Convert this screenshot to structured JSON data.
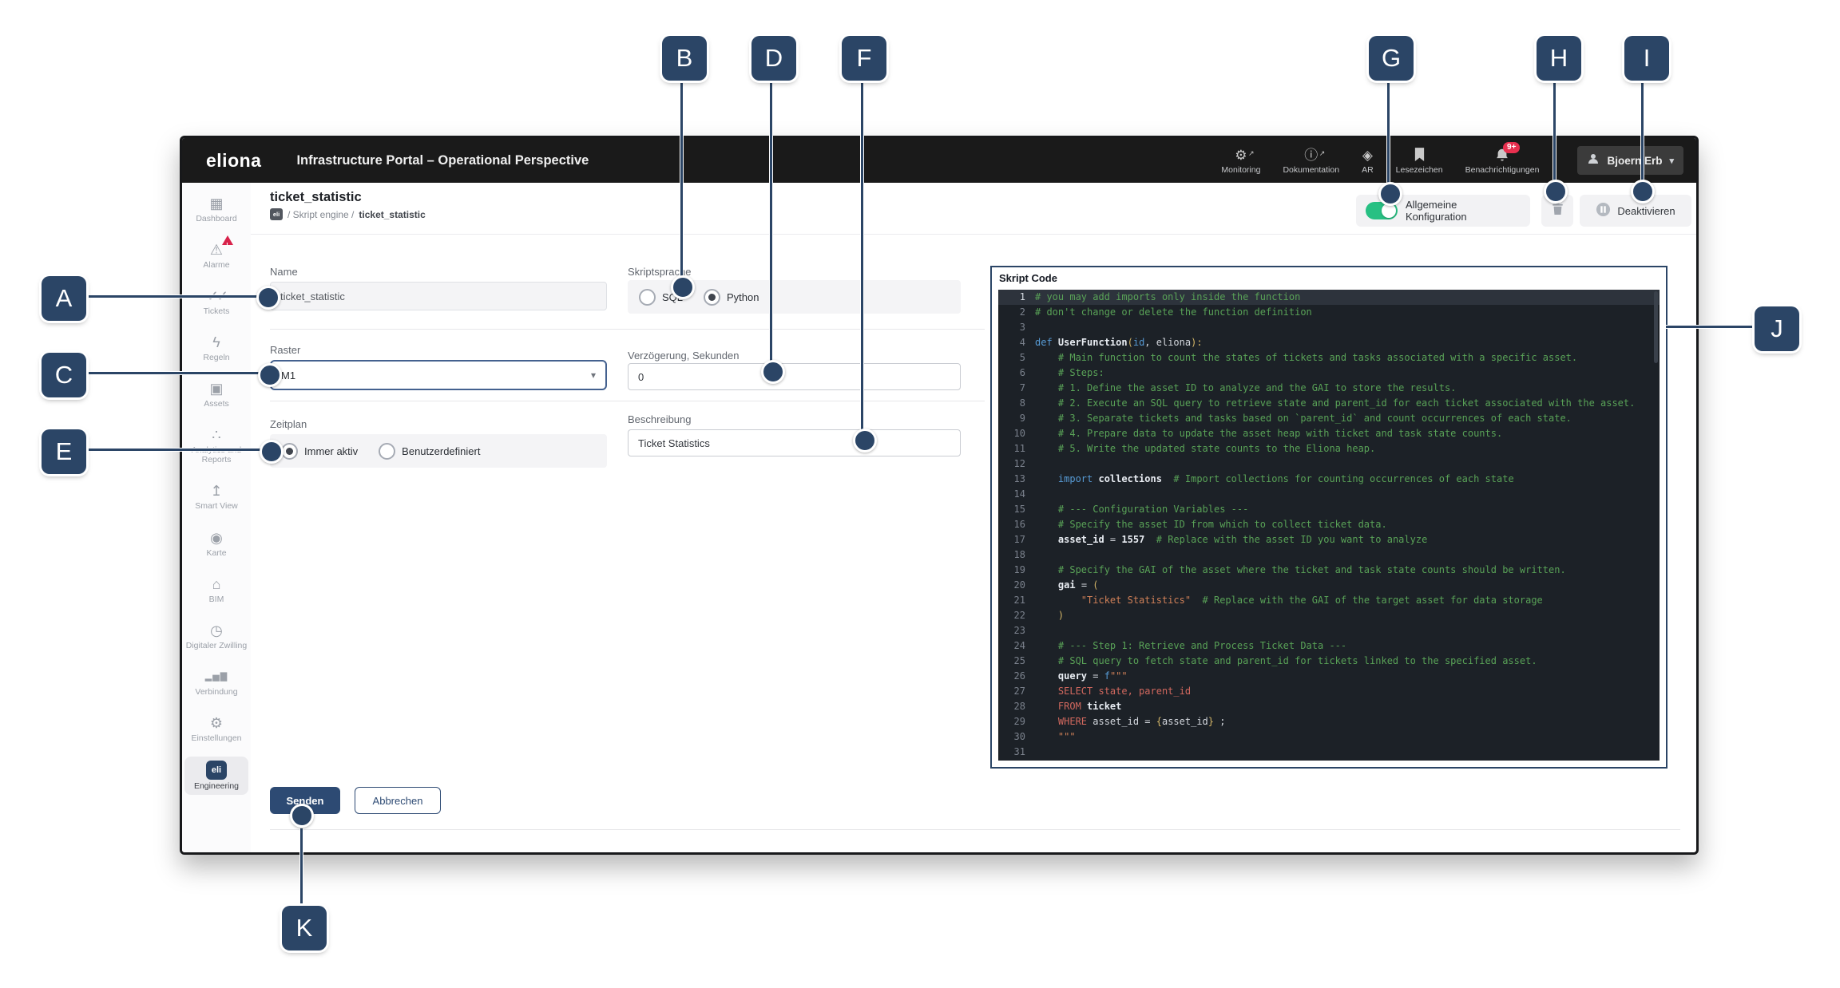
{
  "annotations": [
    "A",
    "B",
    "C",
    "D",
    "E",
    "F",
    "G",
    "H",
    "I",
    "J",
    "K"
  ],
  "topbar": {
    "logo": "eliona",
    "title": "Infrastructure Portal – Operational Perspective",
    "actions": [
      {
        "id": "monitoring",
        "label": "Monitoring",
        "icon": "gear-external"
      },
      {
        "id": "dokumentation",
        "label": "Dokumentation",
        "icon": "info-external"
      },
      {
        "id": "ar",
        "label": "AR",
        "icon": "ar-cube"
      },
      {
        "id": "lesezeichen",
        "label": "Lesezeichen",
        "icon": "bookmark"
      },
      {
        "id": "benachrichtigungen",
        "label": "Benachrichtigungen",
        "icon": "bell",
        "badge": "9+"
      }
    ],
    "user": {
      "name": "Bjoern Erb"
    }
  },
  "page_header": {
    "title": "ticket_statistic",
    "logo_chip": "eli",
    "breadcrumb_prefix": "/ Skript engine /",
    "breadcrumb_current": "ticket_statistic",
    "config_toggle_label": "Allgemeine Konfiguration",
    "deactivate_label": "Deaktivieren"
  },
  "sidebar": {
    "items": [
      {
        "id": "dashboard",
        "label": "Dashboard",
        "icon": "dashboard"
      },
      {
        "id": "alarme",
        "label": "Alarme",
        "icon": "alarm",
        "alert": true
      },
      {
        "id": "tickets",
        "label": "Tickets",
        "icon": "tickets"
      },
      {
        "id": "regeln",
        "label": "Regeln",
        "icon": "rules"
      },
      {
        "id": "assets",
        "label": "Assets",
        "icon": "assets"
      },
      {
        "id": "analytics",
        "label": "Analytics und Reports",
        "icon": "analytics"
      },
      {
        "id": "smart-view",
        "label": "Smart View",
        "icon": "smart-view"
      },
      {
        "id": "karte",
        "label": "Karte",
        "icon": "map-pin"
      },
      {
        "id": "bim",
        "label": "BIM",
        "icon": "bim"
      },
      {
        "id": "digitaler-zwilling",
        "label": "Digitaler Zwilling",
        "icon": "gauge"
      },
      {
        "id": "verbindung",
        "label": "Verbindung",
        "icon": "signal"
      },
      {
        "id": "einstellungen",
        "label": "Einstellungen",
        "icon": "settings"
      },
      {
        "id": "engineering",
        "label": "Engineering",
        "icon": "eli-logo",
        "logo_text": "eli",
        "active": true
      }
    ]
  },
  "form": {
    "name": {
      "label": "Name",
      "value": "ticket_statistic"
    },
    "language": {
      "label": "Skriptsprache",
      "options": [
        {
          "label": "SQL",
          "selected": false
        },
        {
          "label": "Python",
          "selected": true
        }
      ]
    },
    "raster": {
      "label": "Raster",
      "value": "M1"
    },
    "delay": {
      "label": "Verzögerung, Sekunden",
      "value": "0"
    },
    "schedule": {
      "label": "Zeitplan",
      "options": [
        {
          "label": "Immer aktiv",
          "selected": true
        },
        {
          "label": "Benutzerdefiniert",
          "selected": false
        }
      ]
    },
    "description": {
      "label": "Beschreibung",
      "value": "Ticket Statistics"
    },
    "submit_label": "Senden",
    "cancel_label": "Abbrechen"
  },
  "code_panel": {
    "title": "Skript Code",
    "active_line": 1,
    "lines": [
      [
        [
          "c",
          "# you may add imports only inside the function"
        ]
      ],
      [
        [
          "c",
          "# don't change or delete the function definition"
        ]
      ],
      [],
      [
        [
          "k",
          "def "
        ],
        [
          "b",
          "UserFunction"
        ],
        [
          "y",
          "("
        ],
        [
          "k",
          "id"
        ],
        [
          "t",
          ", eliona"
        ],
        [
          "y",
          "):"
        ]
      ],
      [
        [
          "c",
          "    # Main function to count the states of tickets and tasks associated with a specific asset."
        ]
      ],
      [
        [
          "c",
          "    # Steps:"
        ]
      ],
      [
        [
          "c",
          "    # 1. Define the asset ID to analyze and the GAI to store the results."
        ]
      ],
      [
        [
          "c",
          "    # 2. Execute an SQL query to retrieve state and parent_id for each ticket associated with the asset."
        ]
      ],
      [
        [
          "c",
          "    # 3. Separate tickets and tasks based on `parent_id` and count occurrences of each state."
        ]
      ],
      [
        [
          "c",
          "    # 4. Prepare data to update the asset heap with ticket and task state counts."
        ]
      ],
      [
        [
          "c",
          "    # 5. Write the updated state counts to the Eliona heap."
        ]
      ],
      [],
      [
        [
          "t",
          "    "
        ],
        [
          "k",
          "import "
        ],
        [
          "b",
          "collections"
        ],
        [
          "c",
          "  # Import collections for counting occurrences of each state"
        ]
      ],
      [],
      [
        [
          "c",
          "    # --- Configuration Variables ---"
        ]
      ],
      [
        [
          "c",
          "    # Specify the asset ID from which to collect ticket data."
        ]
      ],
      [
        [
          "t",
          "    "
        ],
        [
          "b",
          "asset_id"
        ],
        [
          "t",
          " = "
        ],
        [
          "b",
          "1557"
        ],
        [
          "c",
          "  # Replace with the asset ID you want to analyze"
        ]
      ],
      [],
      [
        [
          "c",
          "    # Specify the GAI of the asset where the ticket and task state counts should be written."
        ]
      ],
      [
        [
          "t",
          "    "
        ],
        [
          "b",
          "gai"
        ],
        [
          "t",
          " = "
        ],
        [
          "y",
          "("
        ]
      ],
      [
        [
          "s",
          "        \"Ticket Statistics\""
        ],
        [
          "c",
          "  # Replace with the GAI of the target asset for data storage"
        ]
      ],
      [
        [
          "y",
          "    )"
        ]
      ],
      [],
      [
        [
          "c",
          "    # --- Step 1: Retrieve and Process Ticket Data ---"
        ]
      ],
      [
        [
          "c",
          "    # SQL query to fetch state and parent_id for tickets linked to the specified asset."
        ]
      ],
      [
        [
          "t",
          "    "
        ],
        [
          "b",
          "query"
        ],
        [
          "t",
          " = "
        ],
        [
          "k",
          "f"
        ],
        [
          "s",
          "\"\"\""
        ]
      ],
      [
        [
          "q",
          "    SELECT state, parent_id"
        ]
      ],
      [
        [
          "q",
          "    FROM "
        ],
        [
          "b",
          "ticket"
        ]
      ],
      [
        [
          "q",
          "    WHERE "
        ],
        [
          "t",
          "asset_id = "
        ],
        [
          "y",
          "{"
        ],
        [
          "t",
          "asset_id"
        ],
        [
          "y",
          "}"
        ],
        [
          "t",
          " ;"
        ]
      ],
      [
        [
          "s",
          "    \"\"\""
        ]
      ],
      []
    ]
  }
}
